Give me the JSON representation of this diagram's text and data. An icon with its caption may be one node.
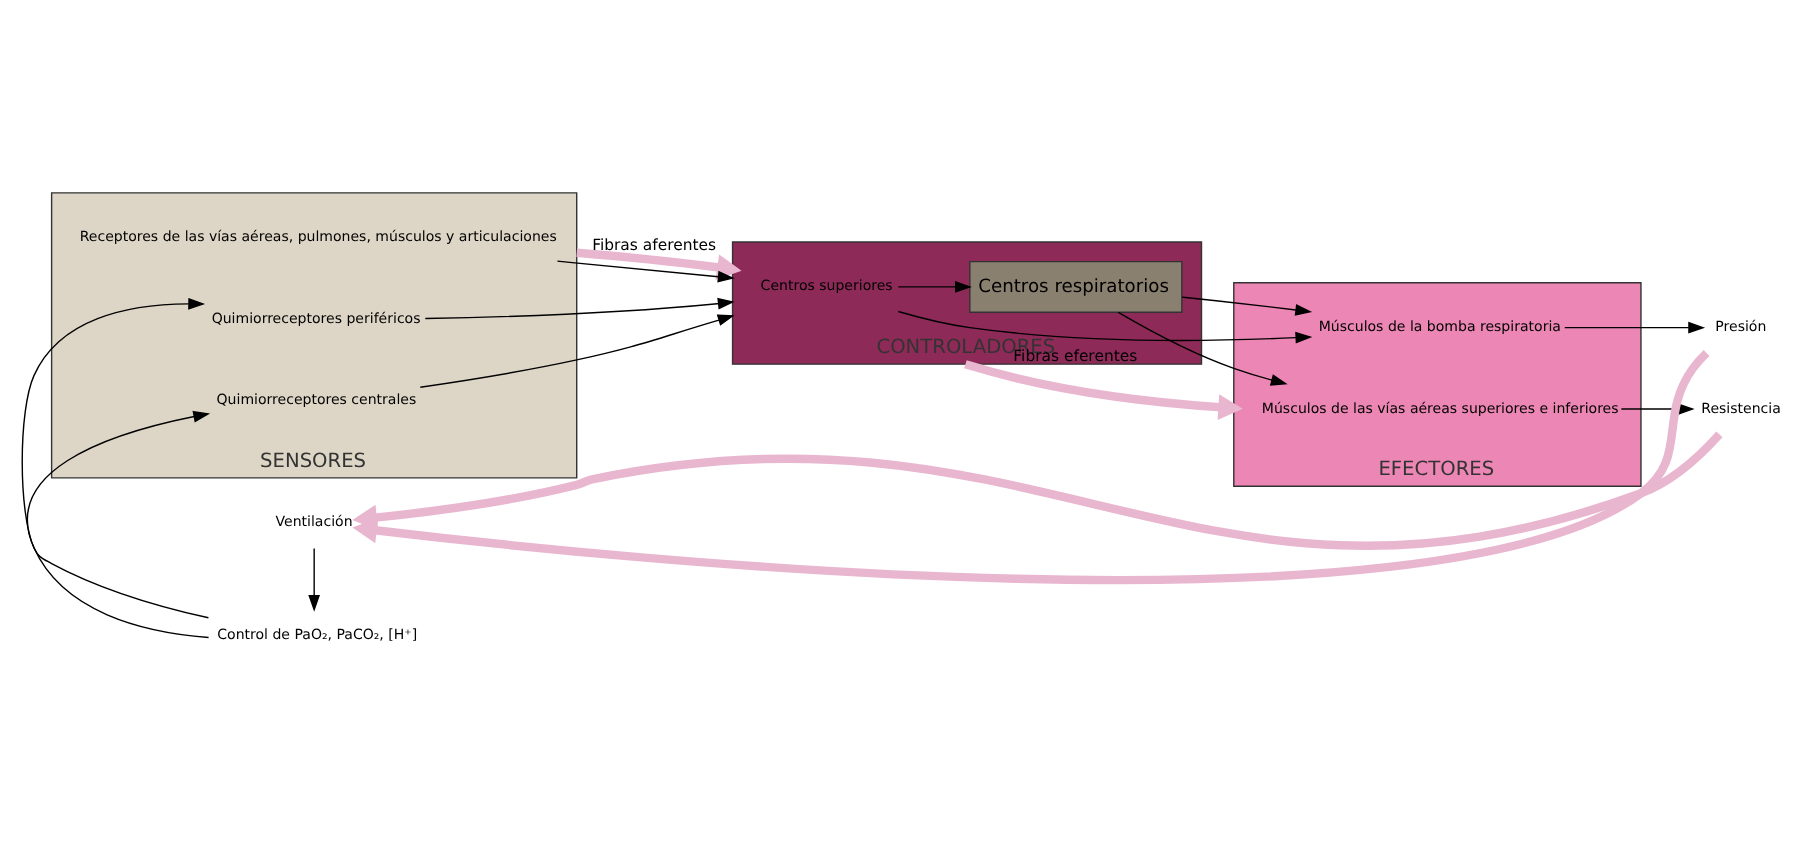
{
  "diagram": {
    "nodes": [
      {
        "text": [
          "SENSORES"
        ]
      },
      {
        "text": [
          "Receptores de las vías aéreas, pulmones, músculos y articulaciones"
        ],
        "in": 0
      },
      {
        "text": [
          "Quimiorreceptores periféricos"
        ],
        "in": 0
      },
      {
        "text": [
          "Quimiorreceptores centrales"
        ],
        "in": 0
      },
      {
        "text": [
          "CONTROLADORES"
        ]
      },
      {
        "text": [
          "Centros superiores"
        ],
        "in": 4
      },
      {
        "text": [
          "Centros respiratorios"
        ],
        "in": 4
      },
      {
        "text": [
          "EFECTORES"
        ]
      },
      {
        "text": [
          "Músculos de la bomba respiratoria"
        ],
        "in": 7
      },
      {
        "text": [
          "Músculos de las vías aéreas superiores e inferiores"
        ],
        "in": 7
      },
      {
        "text": [
          "Resistencia"
        ]
      },
      {
        "text": [
          "Presión"
        ]
      },
      {
        "text": [
          "Ventilación"
        ]
      },
      {
        "text": [
          "Control de PaO₂, PaCO₂, [H⁺]"
        ]
      }
    ],
    "edges": [
      {
        "from": 0,
        "to": 4,
        "arrow": "to",
        "label": "Fibras aferentes",
        "style": "thick",
        "color": "#e9b6cf"
      },
      {
        "from": 4,
        "to": 7,
        "arrow": "to",
        "label": "Fibras eferentes",
        "style": "thick",
        "color": "#e9b6cf"
      },
      {
        "from": 1,
        "to": 4,
        "arrow": "to"
      },
      {
        "from": 2,
        "to": 4,
        "arrow": "to"
      },
      {
        "from": 3,
        "to": 4,
        "arrow": "to"
      },
      {
        "from": 5,
        "to": 6,
        "arrow": "to"
      },
      {
        "from": 5,
        "to": 8,
        "arrow": "to"
      },
      {
        "from": 6,
        "to": 8,
        "arrow": "to"
      },
      {
        "from": 6,
        "to": 9,
        "arrow": "to"
      },
      {
        "from": 8,
        "to": 11,
        "arrow": "to"
      },
      {
        "from": 9,
        "to": 10,
        "arrow": "to"
      },
      {
        "from": 10,
        "to": 12,
        "arrow": "to",
        "style": "thick",
        "color": "#e9b6cf"
      },
      {
        "from": 11,
        "to": 12,
        "arrow": "to",
        "style": "thick",
        "color": "#e9b6cf"
      },
      {
        "from": 12,
        "to": 13,
        "arrow": "to"
      },
      {
        "from": 13,
        "to": 2,
        "arrow": "to"
      },
      {
        "from": 13,
        "to": 3,
        "arrow": "to"
      }
    ]
  }
}
